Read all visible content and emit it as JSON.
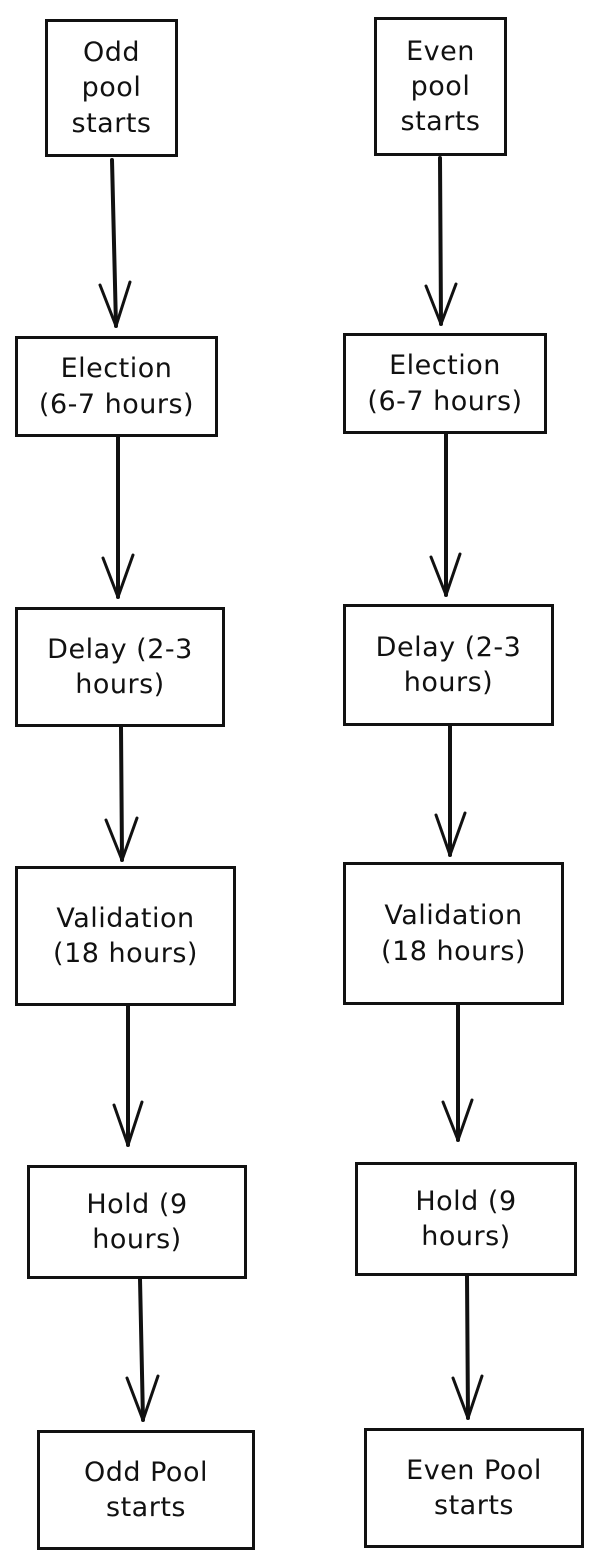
{
  "columns": {
    "odd": {
      "steps": [
        {
          "label": "Odd\npool\nstarts"
        },
        {
          "label": "Election\n(6-7 hours)"
        },
        {
          "label": "Delay (2-3\nhours)"
        },
        {
          "label": "Validation\n(18 hours)"
        },
        {
          "label": "Hold (9\nhours)"
        },
        {
          "label": "Odd Pool\nstarts"
        }
      ]
    },
    "even": {
      "steps": [
        {
          "label": "Even\npool\nstarts"
        },
        {
          "label": "Election\n(6-7 hours)"
        },
        {
          "label": "Delay (2-3\nhours)"
        },
        {
          "label": "Validation\n(18 hours)"
        },
        {
          "label": "Hold (9\nhours)"
        },
        {
          "label": "Even Pool\nstarts"
        }
      ]
    }
  },
  "colors": {
    "stroke": "#111111",
    "background": "#ffffff"
  }
}
